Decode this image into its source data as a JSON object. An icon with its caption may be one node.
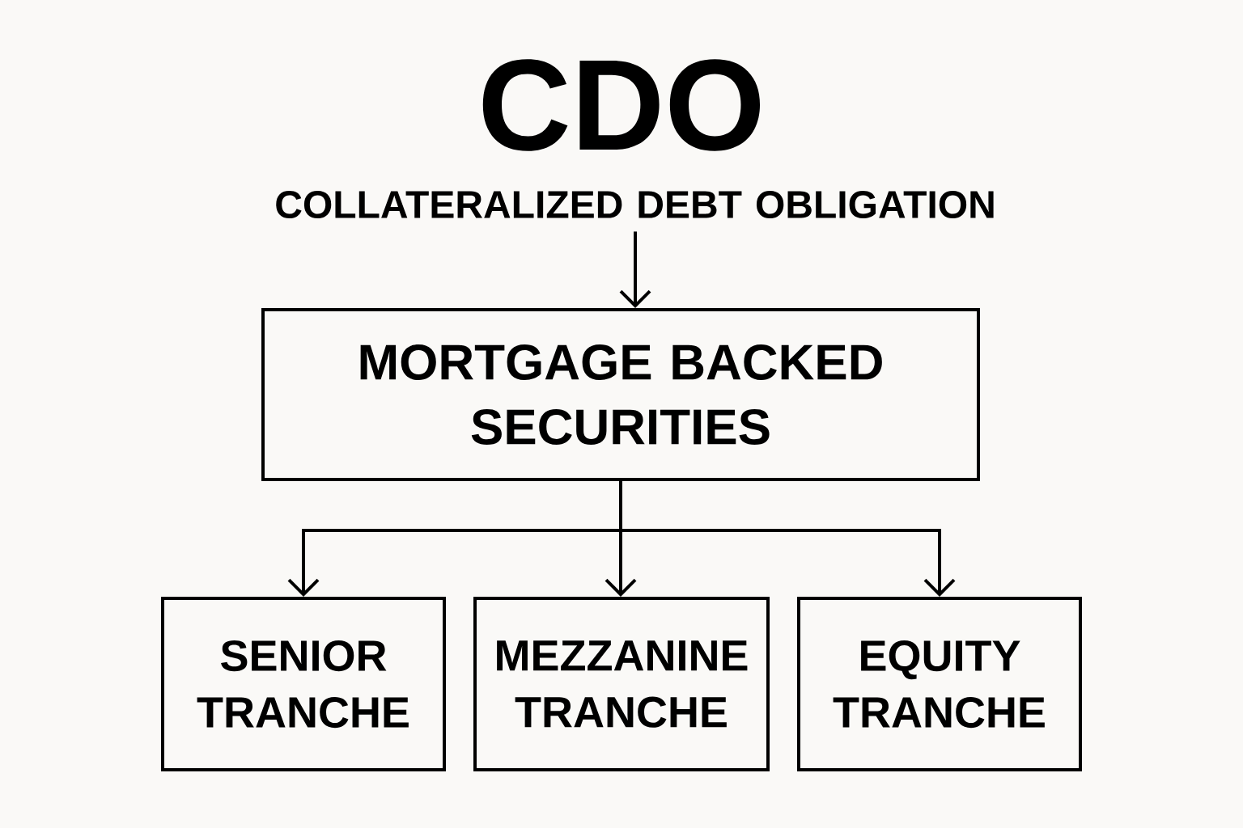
{
  "diagram": {
    "title": "CDO",
    "nodes": [
      {
        "text": [
          "COLLATERALIZED DEBT OBLIGATION"
        ]
      },
      {
        "text": [
          "MORTGAGE BACKED SECURITIES"
        ]
      },
      {
        "text": [
          "SENIOR TRANCHE"
        ]
      },
      {
        "text": [
          "MEZZANINE TRANCHE"
        ]
      },
      {
        "text": [
          "EQUITY TRANCHE"
        ]
      }
    ],
    "edges": [
      {
        "from": 0,
        "to": 1,
        "arrow": "to"
      },
      {
        "from": 1,
        "to": 2,
        "arrow": "to"
      },
      {
        "from": 1,
        "to": 3,
        "arrow": "to"
      },
      {
        "from": 1,
        "to": 4,
        "arrow": "to"
      }
    ]
  }
}
